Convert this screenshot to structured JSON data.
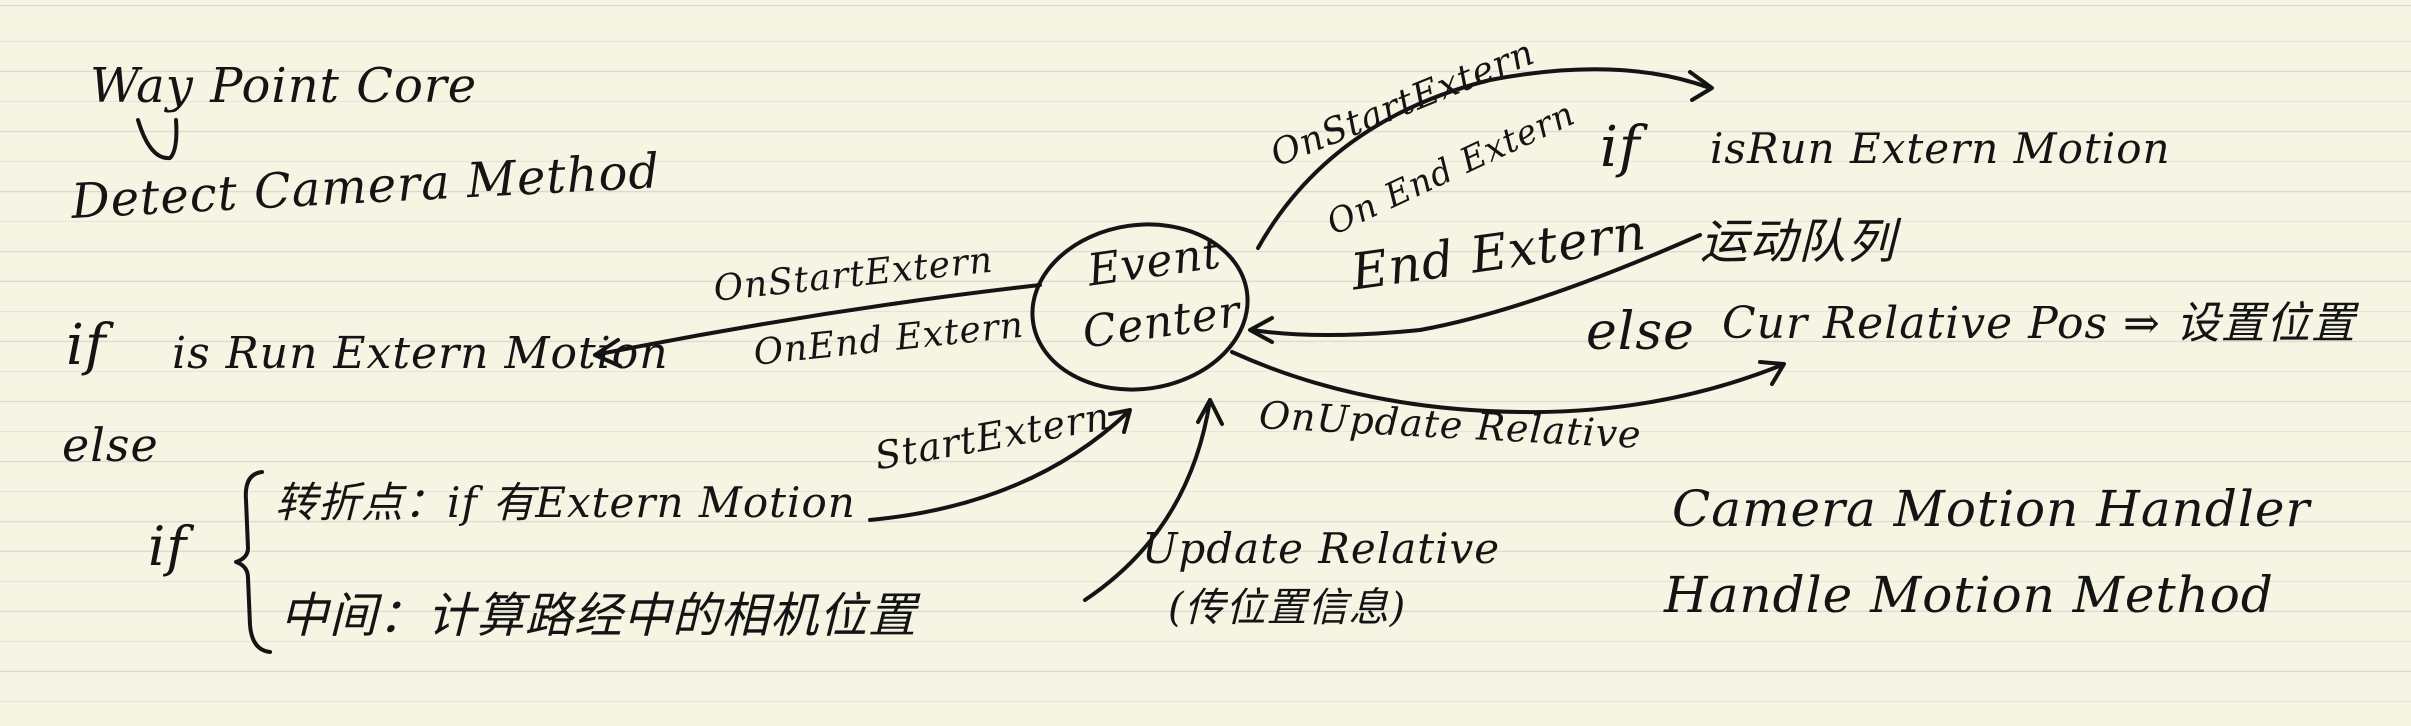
{
  "left": {
    "core_title": "Way Point Core",
    "core_method": "Detect Camera Method",
    "if1": "if",
    "if1_text": "is Run Extern Motion",
    "else1": "else",
    "if2": "if",
    "turn_point": "转折点：if 有Extern Motion",
    "middle": "中间：计算路经中的相机位置",
    "start_extern": "StartExtern",
    "update_relative": "Update Relative",
    "update_note": "(传位置信息)"
  },
  "center": {
    "event_center_line1": "Event",
    "event_center_line2": "Center",
    "left_arrow_label1": "OnStartExtern",
    "left_arrow_label2": "OnEnd Extern"
  },
  "right": {
    "top_label1": "OnStartExtern",
    "top_label2": "On End Extern",
    "if3": "if",
    "if3_text": "isRun Extern Motion",
    "queue": "运动队列",
    "end_extern": "End Extern",
    "else2": "else",
    "cur_relative": "Cur Relative Pos ⇒ 设置位置",
    "on_update_relative": "OnUpdate Relative",
    "handler_title": "Camera Motion Handler",
    "handler_method": "Handle Motion Method"
  }
}
